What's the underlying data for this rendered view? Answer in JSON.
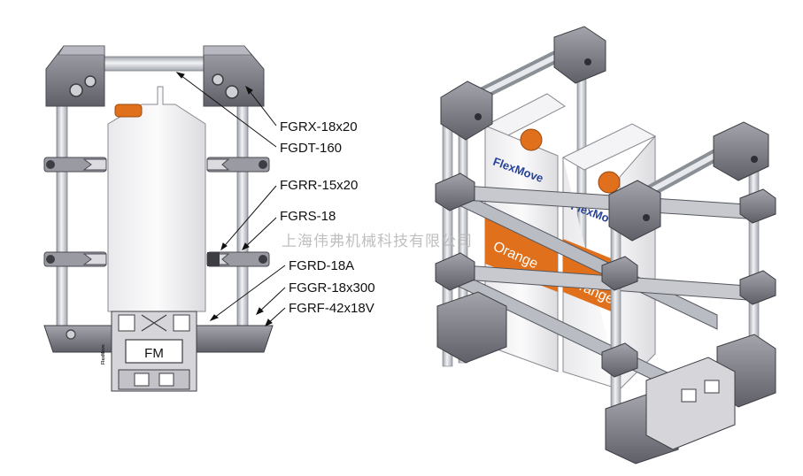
{
  "callouts": {
    "c1": "FGRX-18x20",
    "c2": "FGDT-160",
    "c3": "FGRR-15x20",
    "c4": "FGRS-18",
    "c5": "FGRD-18A",
    "c6": "FGGR-18x300",
    "c7": "FGRF-42x18V"
  },
  "front_view": {
    "module_label": "FM",
    "side_brand": "FlexMove"
  },
  "iso_view": {
    "carton_brand": "FlexMove",
    "carton_product": "Orange"
  },
  "watermark": "上海伟弗机械科技有限公司",
  "colors": {
    "bracket_gray": "#8a8a92",
    "bracket_dark": "#5e5e66",
    "rod": "#c9ccd2",
    "carton_orange": "#e0701c",
    "brand_blue": "#27439a"
  }
}
